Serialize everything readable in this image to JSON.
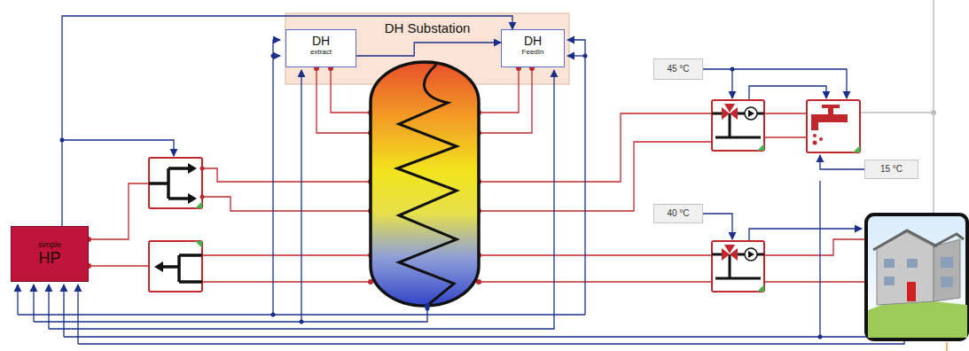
{
  "diagram": {
    "nodes": [
      {
        "text": [
          "DH Substation"
        ]
      },
      {
        "text": [
          "DH",
          "extract"
        ],
        "in": 0
      },
      {
        "text": [
          "DH",
          "FeedIn"
        ],
        "in": 0
      },
      {
        "text": [
          "45 °C"
        ]
      },
      {
        "text": [
          "15 °C"
        ]
      },
      {
        "text": [
          "40 °C"
        ]
      },
      {
        "text": [
          "simple",
          "HP"
        ]
      }
    ],
    "edges": [
      {
        "from": 1,
        "to": 2,
        "arrow": "to"
      },
      {
        "from": 6,
        "to": 2,
        "arrow": "to"
      }
    ]
  }
}
